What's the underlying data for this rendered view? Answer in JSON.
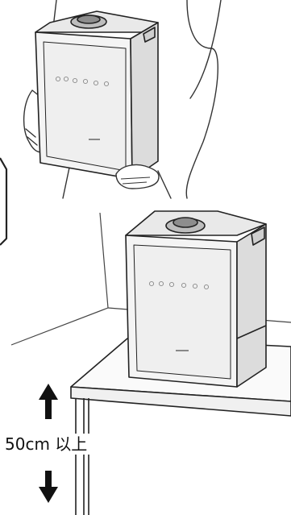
{
  "figure": {
    "height_label": "50cm 以上"
  },
  "colors": {
    "ink": "#111111",
    "line": "#333333",
    "device_body": "#f2f2f2",
    "panel": "#e6e6e6",
    "icon": "#8a8a8a"
  },
  "icons": [
    "humidifier-unit",
    "carrying-hands",
    "table",
    "up-arrow",
    "down-arrow",
    "control-panel-icons"
  ]
}
